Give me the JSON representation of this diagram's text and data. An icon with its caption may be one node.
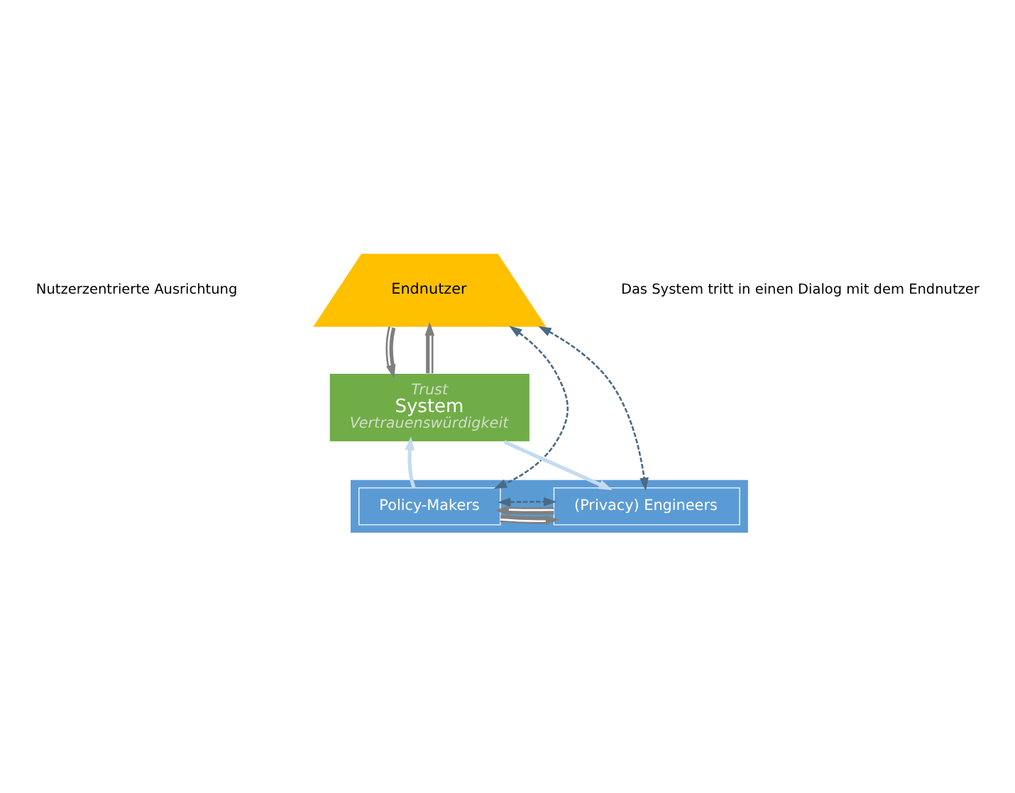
{
  "diagram": {
    "nodes": [
      {
        "text": [
          "Endnutzer"
        ]
      },
      {
        "text": [
          "Trust",
          "System",
          "Vertrauenswürdigkeit"
        ]
      },
      {
        "text": [],
        "shape": "box"
      },
      {
        "text": [
          "Policy-Makers"
        ],
        "in": 2
      },
      {
        "text": [
          "(Privacy) Engineers"
        ],
        "in": 2
      }
    ],
    "edges": [
      {
        "from": 1,
        "to": 0,
        "arrow": "to"
      },
      {
        "from": 0,
        "to": 1,
        "arrow": "to"
      },
      {
        "from": 3,
        "to": 1,
        "arrow": "to",
        "color": "#c5dbef"
      },
      {
        "from": 1,
        "to": 4,
        "arrow": "to",
        "color": "#c5dbef"
      },
      {
        "from": 3,
        "to": 4,
        "arrow": "to"
      },
      {
        "from": 4,
        "to": 3,
        "arrow": "to"
      },
      {
        "from": 0,
        "to": 3,
        "arrow": "both",
        "style": "dashed",
        "color": "#4a6a86"
      },
      {
        "from": 0,
        "to": 4,
        "arrow": "both",
        "style": "dashed",
        "color": "#4a6a86"
      },
      {
        "from": 3,
        "to": 4,
        "arrow": "both",
        "style": "dashed",
        "color": "#4a6a86"
      }
    ],
    "labels": [
      "Nutzerzentrierte Ausrichtung",
      "Das System tritt in einen Dialog mit dem Endnutzer"
    ]
  }
}
